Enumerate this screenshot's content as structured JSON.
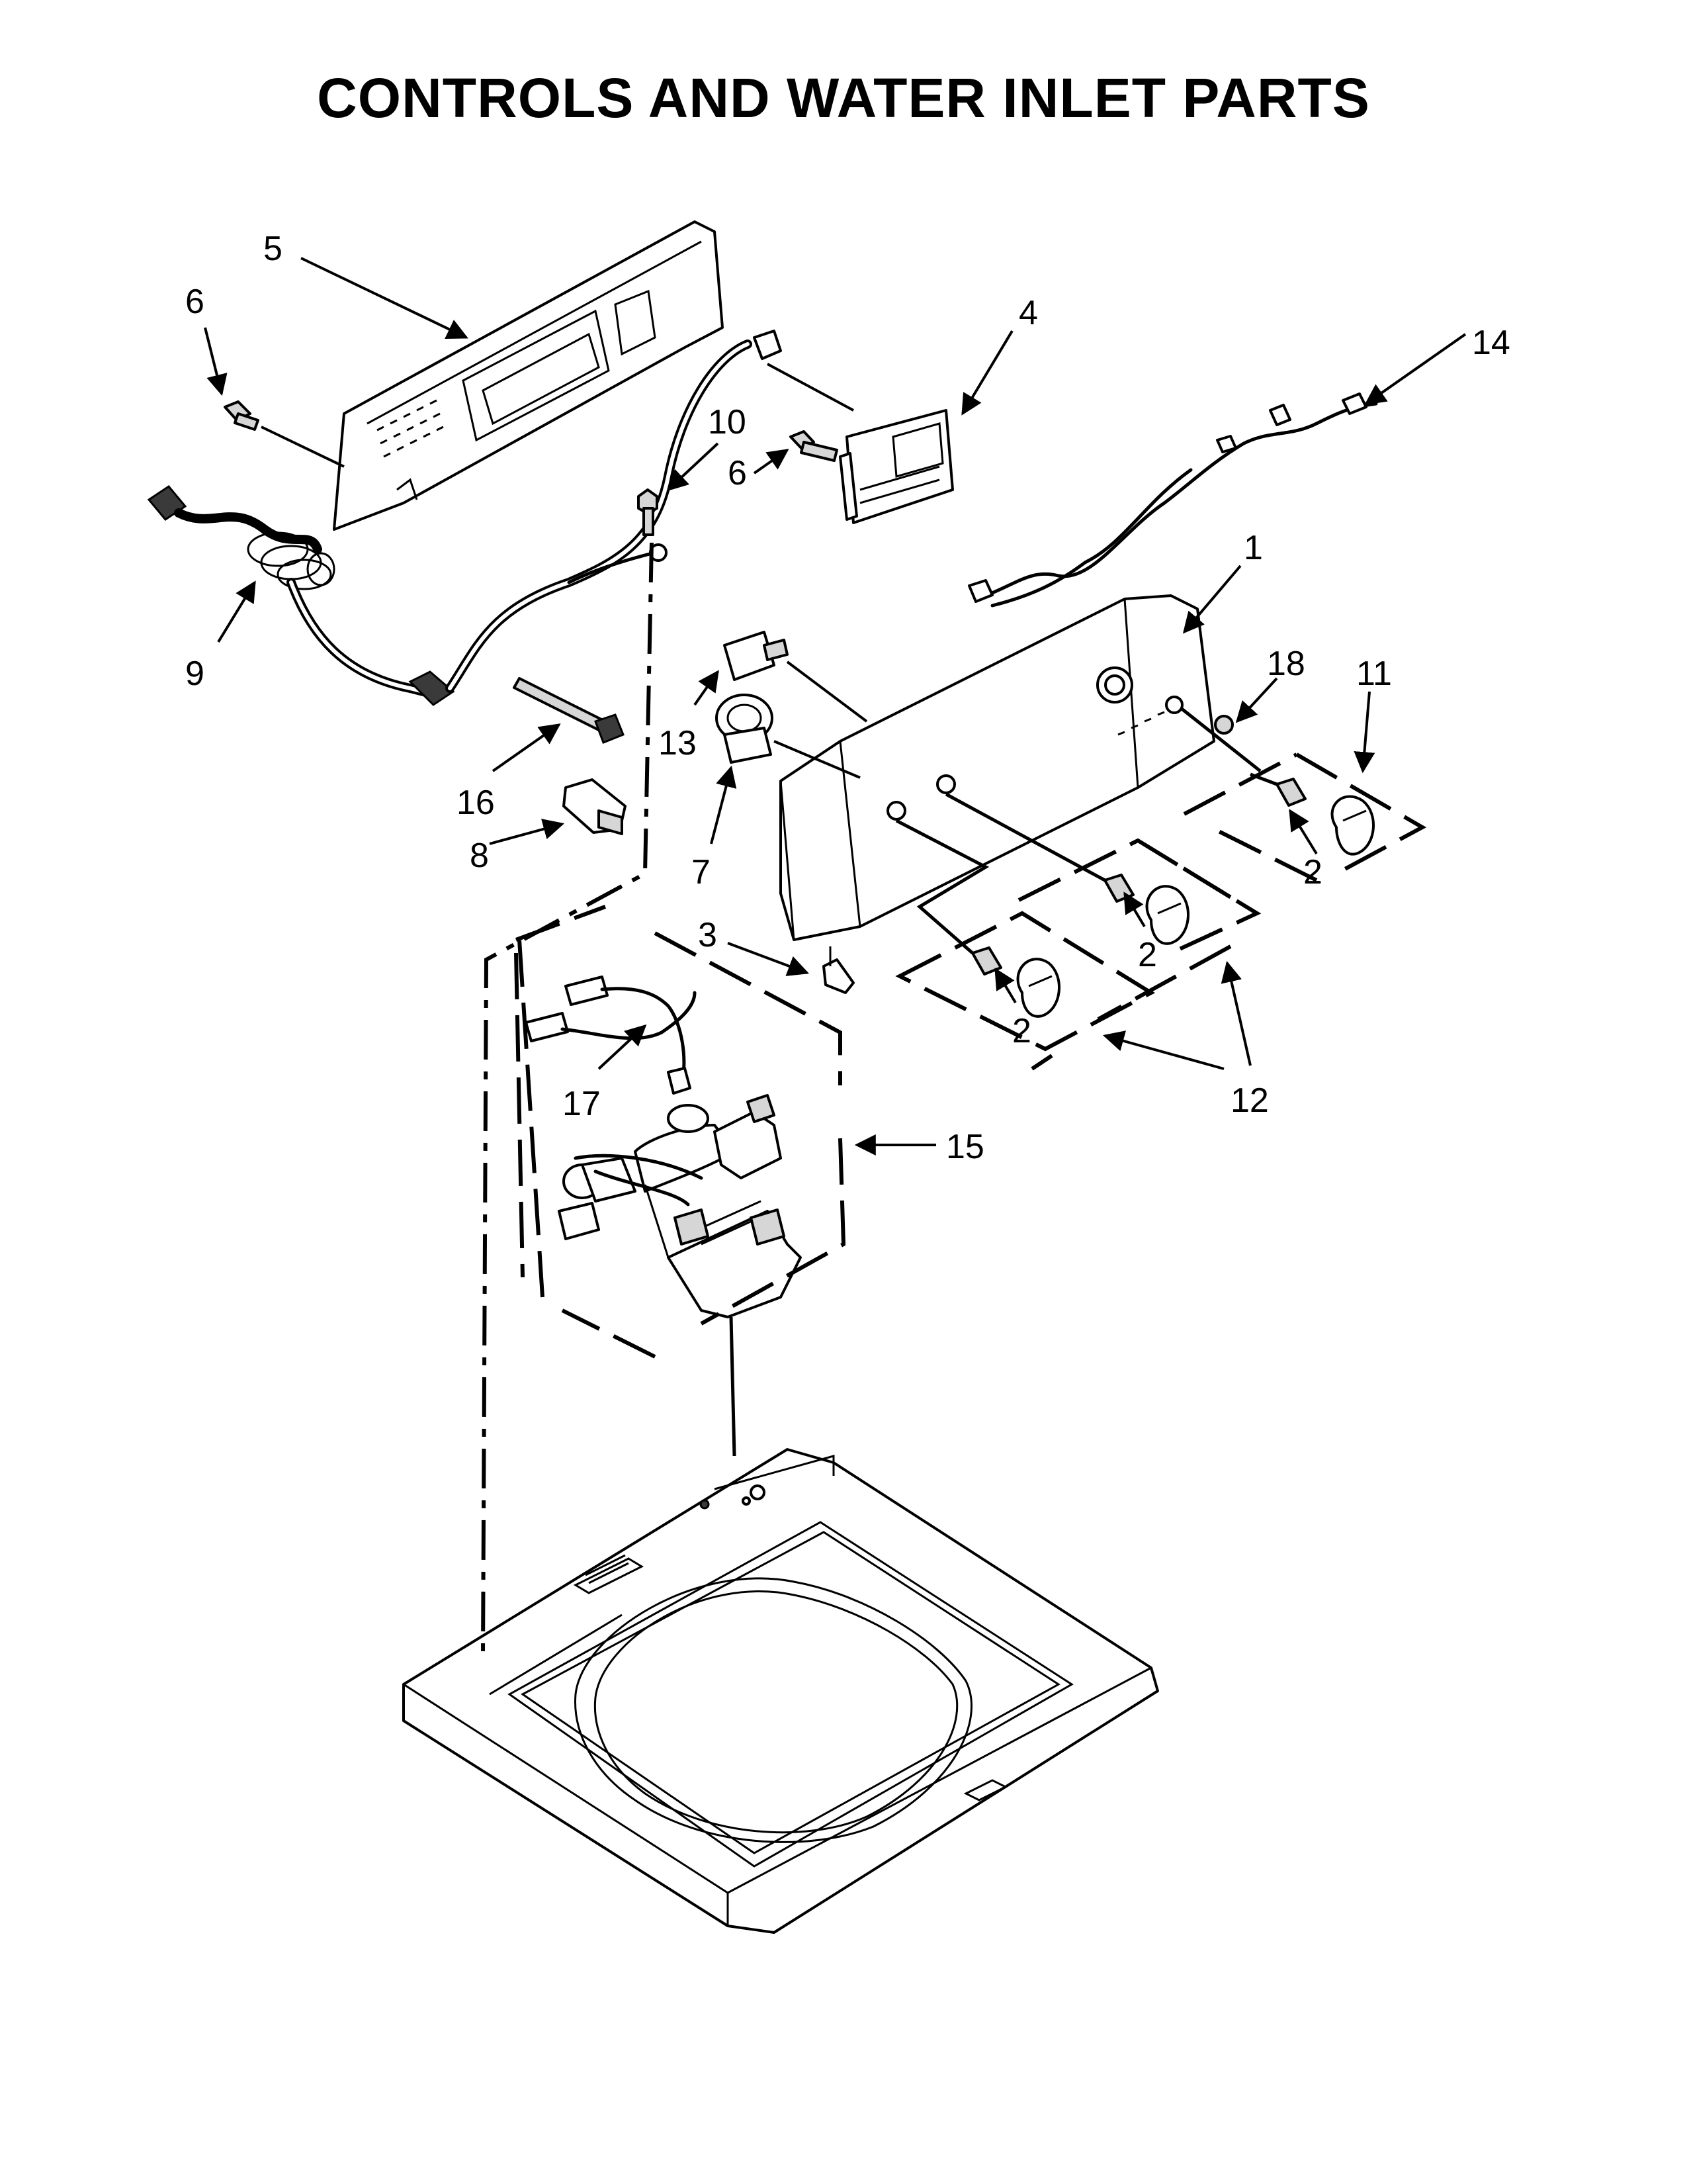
{
  "title": "CONTROLS AND WATER INLET PARTS",
  "callouts": [
    {
      "id": "c1",
      "label": "1"
    },
    {
      "id": "c2a",
      "label": "2"
    },
    {
      "id": "c2b",
      "label": "2"
    },
    {
      "id": "c2c",
      "label": "2"
    },
    {
      "id": "c3",
      "label": "3"
    },
    {
      "id": "c4",
      "label": "4"
    },
    {
      "id": "c5",
      "label": "5"
    },
    {
      "id": "c6a",
      "label": "6"
    },
    {
      "id": "c6b",
      "label": "6"
    },
    {
      "id": "c7",
      "label": "7"
    },
    {
      "id": "c8",
      "label": "8"
    },
    {
      "id": "c9",
      "label": "9"
    },
    {
      "id": "c10",
      "label": "10"
    },
    {
      "id": "c11",
      "label": "11"
    },
    {
      "id": "c12",
      "label": "12"
    },
    {
      "id": "c13",
      "label": "13"
    },
    {
      "id": "c14",
      "label": "14"
    },
    {
      "id": "c15",
      "label": "15"
    },
    {
      "id": "c16",
      "label": "16"
    },
    {
      "id": "c17",
      "label": "17"
    },
    {
      "id": "c18",
      "label": "18"
    }
  ]
}
